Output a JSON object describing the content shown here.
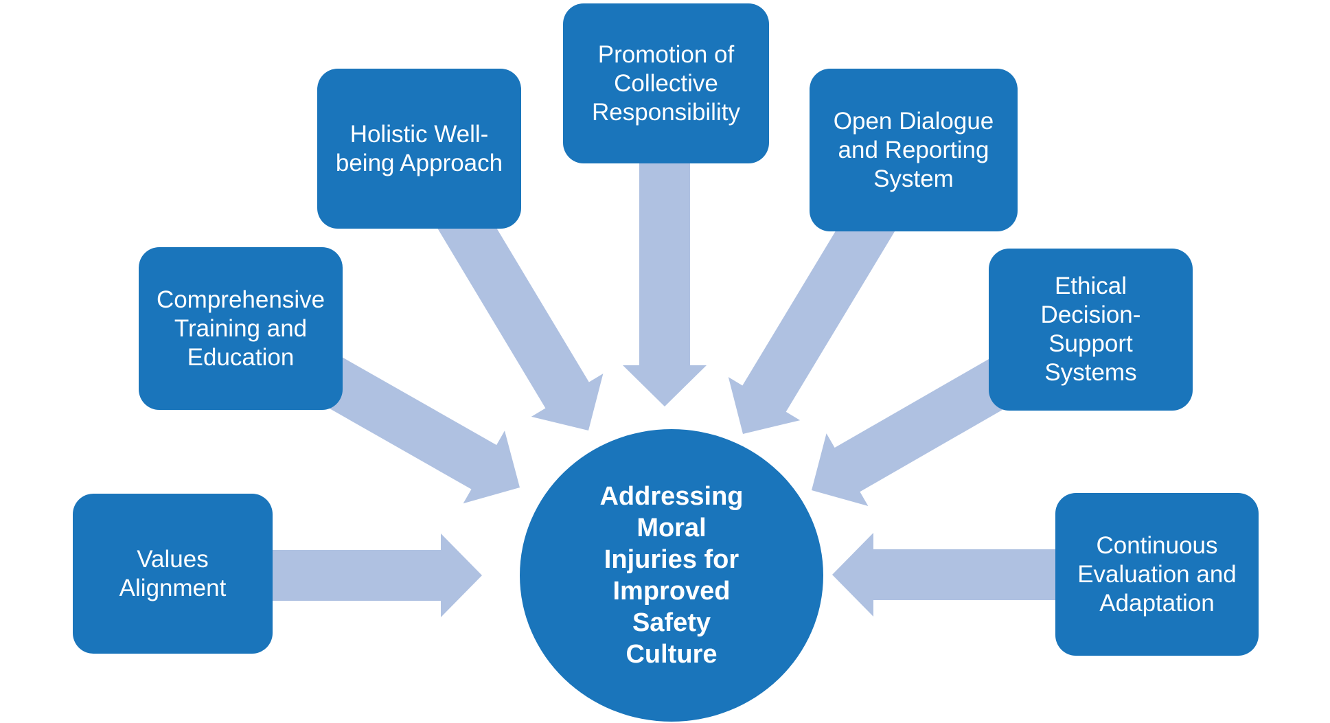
{
  "diagram": {
    "background_color": "#ffffff",
    "node_color": "#1a75bb",
    "arrow_color": "#afc1e1",
    "label_color": "#ffffff",
    "center": {
      "id": "addressing-moral-injuries",
      "label": "Addressing\nMoral\nInjuries for\nImproved\nSafety\nCulture"
    },
    "nodes": [
      {
        "id": "values-alignment",
        "label": "Values\nAlignment"
      },
      {
        "id": "comprehensive-training",
        "label": "Comprehensive\nTraining and\nEducation"
      },
      {
        "id": "holistic-wellbeing",
        "label": "Holistic Well-\nbeing Approach"
      },
      {
        "id": "collective-responsibility",
        "label": "Promotion of\nCollective\nResponsibility"
      },
      {
        "id": "open-dialogue",
        "label": "Open Dialogue\nand Reporting\nSystem"
      },
      {
        "id": "ethical-decision-support",
        "label": "Ethical\nDecision-\nSupport\nSystems"
      },
      {
        "id": "continuous-evaluation",
        "label": "Continuous\nEvaluation and\nAdaptation"
      }
    ],
    "connections": [
      {
        "from": "values-alignment",
        "to": "addressing-moral-injuries"
      },
      {
        "from": "comprehensive-training",
        "to": "addressing-moral-injuries"
      },
      {
        "from": "holistic-wellbeing",
        "to": "addressing-moral-injuries"
      },
      {
        "from": "collective-responsibility",
        "to": "addressing-moral-injuries"
      },
      {
        "from": "open-dialogue",
        "to": "addressing-moral-injuries"
      },
      {
        "from": "ethical-decision-support",
        "to": "addressing-moral-injuries"
      },
      {
        "from": "continuous-evaluation",
        "to": "addressing-moral-injuries"
      }
    ]
  }
}
